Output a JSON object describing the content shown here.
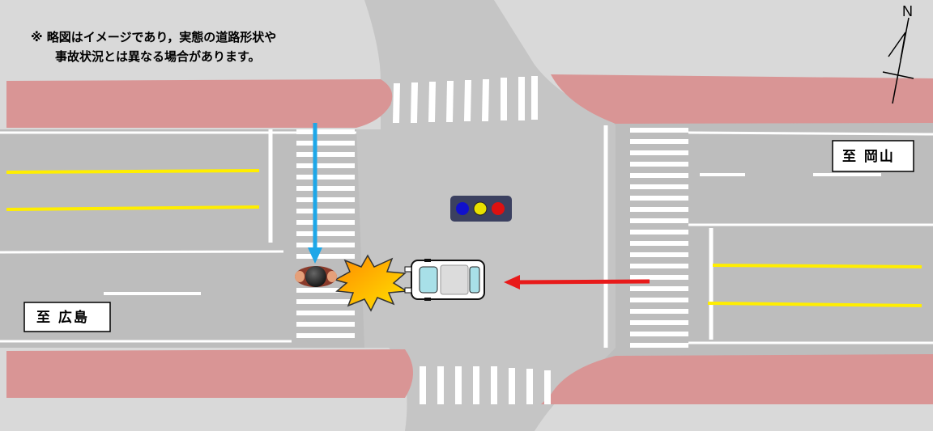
{
  "notice": {
    "line1": "※ 略図はイメージであり，実態の道路形状や",
    "line2": "事故状況とは異なる場合があります。"
  },
  "signs": {
    "west": "至 広島",
    "east": "至 岡山"
  },
  "compass": {
    "north_label": "N"
  },
  "colors": {
    "road": "#bdbdbd",
    "intersection": "#c9c9c9",
    "sidewalk": "#d9d9d9",
    "curb_strip": "#d99595",
    "lane_yellow": "#ffee00",
    "pedestrian_arrow": "#1ea7e8",
    "vehicle_arrow": "#e81a1a",
    "signal_blue": "#1010cc",
    "signal_yellow": "#e8e000",
    "signal_red": "#dd1111"
  },
  "icons": {
    "pedestrian": "pedestrian-topdown-icon",
    "car": "car-topdown-icon",
    "collision": "collision-burst-icon",
    "signal": "traffic-signal-icon"
  }
}
